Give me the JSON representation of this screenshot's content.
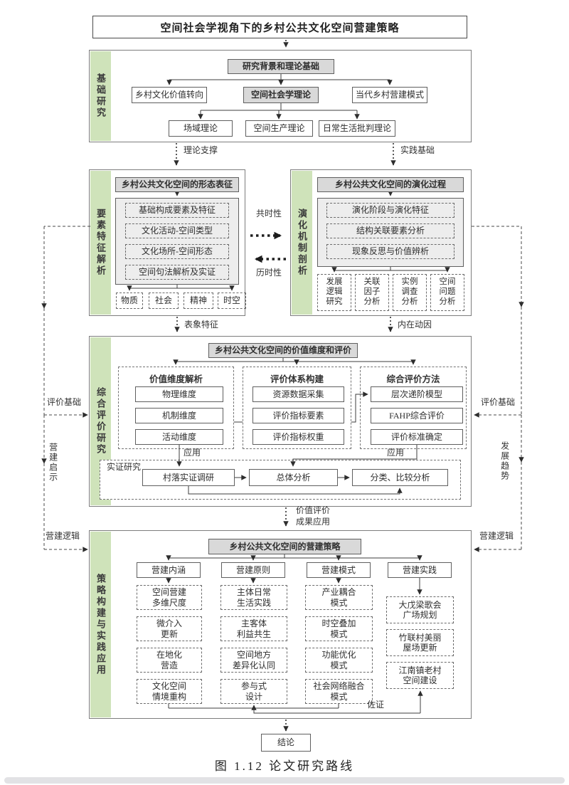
{
  "colors": {
    "strip-green": "#cfe3ba",
    "header-grey": "#d9d9d9",
    "container-grey": "#ededed"
  },
  "title": "空间社会学视角下的乡村公共文化空间营建策略",
  "caption": "图 1.12  论文研究路线",
  "conclusion": "结论",
  "arrows": {
    "theory_support": "理论支撑",
    "practice_basis": "实践基础",
    "synchronic": "共时性",
    "diachronic": "历时性",
    "surface": "表象特征",
    "internal": "内在动因",
    "value_apply": "价值评价\n成果应用",
    "apply_left": "应用",
    "apply_right": "应用",
    "corroborate": "佐证"
  },
  "side": {
    "left": {
      "eval": "评价基础",
      "inspire": "营建启示",
      "logic": "营建逻辑"
    },
    "right": {
      "eval": "评价基础",
      "trend": "发展趋势",
      "logic": "营建逻辑"
    }
  },
  "s1": {
    "label": "基础研究",
    "header": "研究背景和理论基础",
    "row1": [
      "乡村文化价值转向",
      "空间社会学理论",
      "当代乡村营建模式"
    ],
    "row2": [
      "场域理论",
      "空间生产理论",
      "日常生活批判理论"
    ]
  },
  "s2l": {
    "label": "要素特征解析",
    "header": "乡村公共文化空间的形态表征",
    "items": [
      "基础构成要素及特征",
      "文化活动-空间类型",
      "文化场所-空间形态",
      "空间句法解析及实证"
    ],
    "dims": [
      "物质",
      "社会",
      "精神",
      "时空"
    ]
  },
  "s2r": {
    "label": "演化机制剖析",
    "header": "乡村公共文化空间的演化过程",
    "items": [
      "演化阶段与演化特征",
      "结构关联要素分析",
      "现象反思与价值辨析"
    ],
    "subs": [
      "发展\n逻辑\n研究",
      "关联\n因子\n分析",
      "实例\n调查\n分析",
      "空间\n问题\n分析"
    ]
  },
  "s3": {
    "label": "综合评价研究",
    "header": "乡村公共文化空间的价值维度和评价",
    "g1": {
      "title": "价值维度解析",
      "items": [
        "物理维度",
        "机制维度",
        "活动维度"
      ]
    },
    "g2": {
      "title": "评价体系构建",
      "items": [
        "资源数据采集",
        "评价指标要素",
        "评价指标权重"
      ]
    },
    "g3": {
      "title": "综合评价方法",
      "items": [
        "层次递阶模型",
        "FAHP综合评价",
        "评价标准确定"
      ]
    },
    "emp": {
      "title": "实证研究",
      "steps": [
        "村落实证调研",
        "总体分析",
        "分类、比较分析"
      ]
    }
  },
  "s4": {
    "label": "策略构建与实践应用",
    "header": "乡村公共文化空间的营建策略",
    "c1": {
      "title": "营建内涵",
      "items": [
        "空间营建\n多维尺度",
        "微介入\n更新",
        "在地化\n营造",
        "文化空间\n情境重构"
      ]
    },
    "c2": {
      "title": "营建原则",
      "items": [
        "主体日常\n生活实践",
        "主客体\n利益共生",
        "空间地方\n差异化认同",
        "参与式\n设计"
      ]
    },
    "c3": {
      "title": "营建模式",
      "items": [
        "产业耦合\n模式",
        "时空叠加\n模式",
        "功能优化\n模式",
        "社会网络融合\n模式"
      ]
    },
    "c4": {
      "title": "营建实践",
      "items": [
        "大戊梁歌会\n广场规划",
        "竹联村美丽\n屋场更新",
        "江南镇老村\n空间建设"
      ]
    }
  }
}
